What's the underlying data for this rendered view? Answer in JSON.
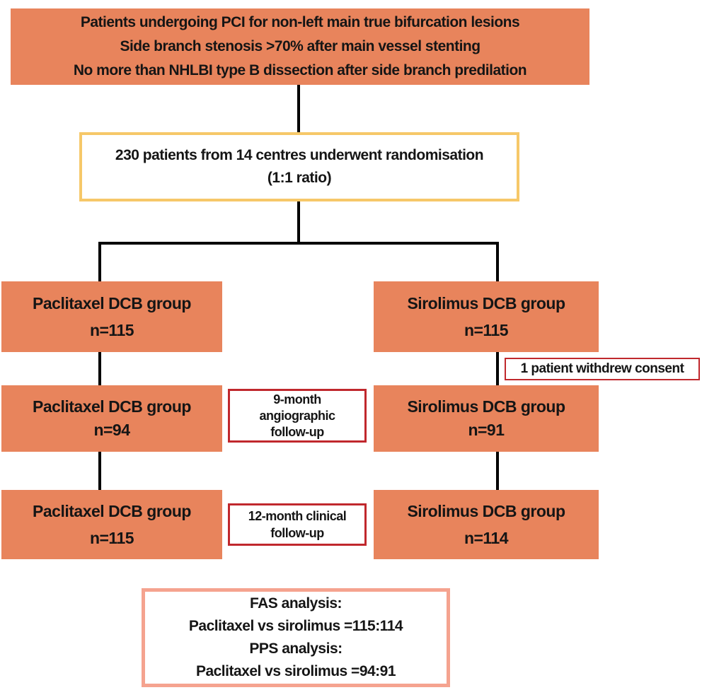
{
  "colors": {
    "orange": "#E8845C",
    "yellow_border": "#F6C869",
    "red_border": "#C0282D",
    "salmon_border": "#F5A38F",
    "line": "#000000",
    "text": "#151515"
  },
  "top_box": {
    "lines": [
      "Patients undergoing PCI for non-left main true bifurcation lesions",
      "Side branch stenosis >70% after main vessel stenting",
      "No more than NHLBI type B dissection after side branch predilation"
    ]
  },
  "randomisation_box": {
    "lines": [
      "230 patients from 14 centres underwent randomisation",
      "(1:1 ratio)"
    ]
  },
  "arms": {
    "paclitaxel": {
      "row1": {
        "title": "Paclitaxel DCB group",
        "n": "n=115"
      },
      "row2": {
        "title": "Paclitaxel DCB group",
        "n": "n=94"
      },
      "row3": {
        "title": "Paclitaxel DCB group",
        "n": "n=115"
      }
    },
    "sirolimus": {
      "row1": {
        "title": "Sirolimus DCB group",
        "n": "n=115"
      },
      "withdrawal_note": "1 patient withdrew consent",
      "row2": {
        "title": "Sirolimus DCB group",
        "n": "n=91"
      },
      "row3": {
        "title": "Sirolimus DCB group",
        "n": "n=114"
      }
    }
  },
  "followup_9m": {
    "lines": [
      "9-month",
      "angiographic",
      "follow-up"
    ]
  },
  "followup_12m": {
    "lines": [
      "12-month clinical",
      "follow-up"
    ]
  },
  "analysis_box": {
    "lines": [
      "FAS analysis:",
      "Paclitaxel vs sirolimus =115:114",
      "PPS analysis:",
      "Paclitaxel vs sirolimus =94:91"
    ]
  }
}
